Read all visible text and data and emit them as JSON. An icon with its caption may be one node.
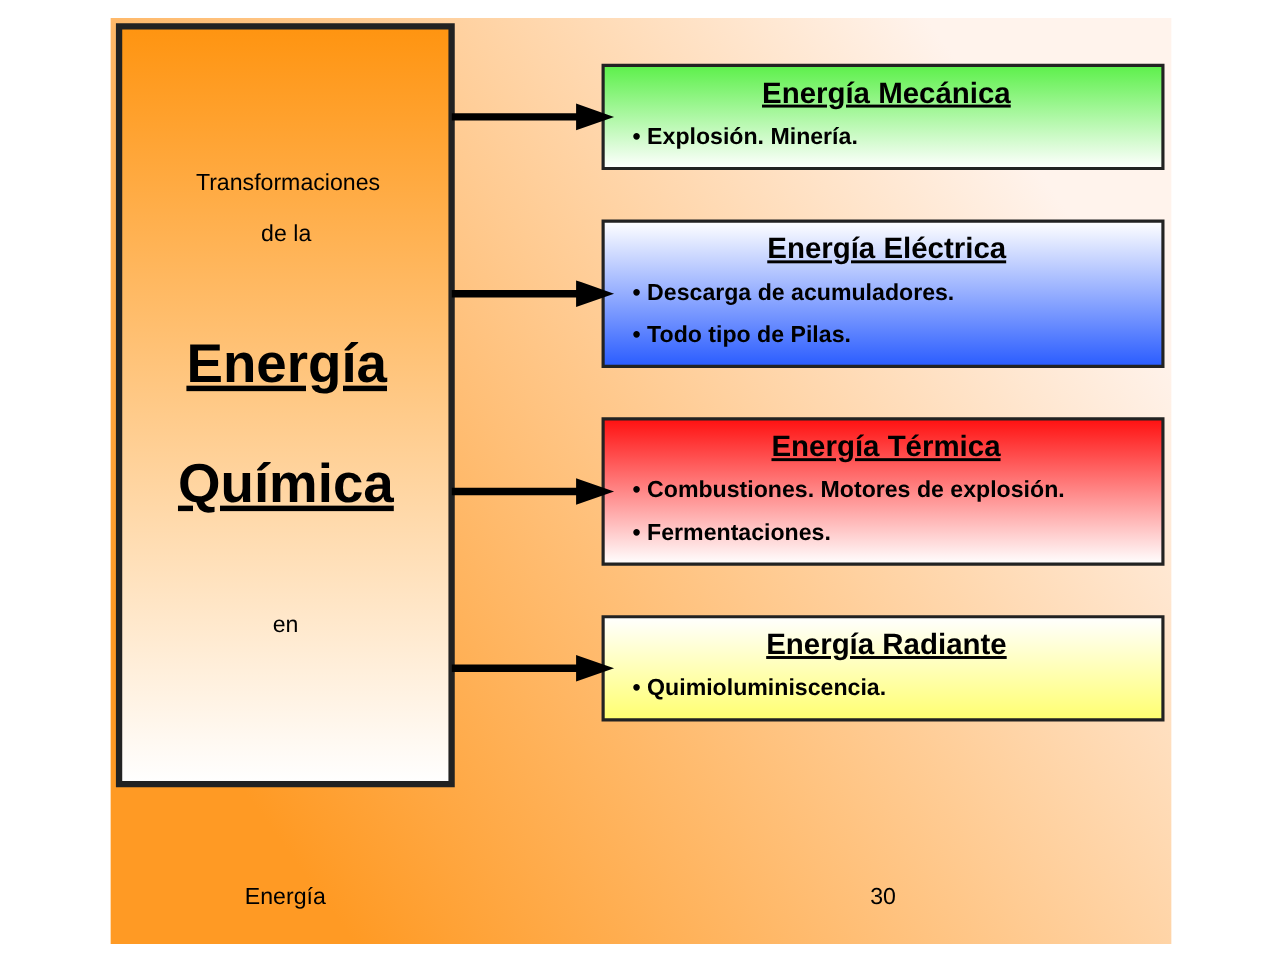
{
  "diagram": {
    "nodes": [
      {
        "text": [
          "Transformaciones de la",
          "Energía Química",
          "en"
        ]
      },
      {
        "text": [
          "Energía Mecánica",
          "• Explosión. Minería."
        ]
      },
      {
        "text": [
          "Energía Eléctrica",
          "• Descarga de acumuladores.",
          "• Todo tipo de Pilas."
        ]
      },
      {
        "text": [
          "Energía Térmica",
          "• Combustiones. Motores de explosión.",
          "• Fermentaciones."
        ]
      },
      {
        "text": [
          "Energía Radiante",
          "• Quimioluminiscencia."
        ]
      }
    ],
    "edges": [
      {
        "from": 0,
        "to": 1,
        "arrow": "to"
      },
      {
        "from": 0,
        "to": 2,
        "arrow": "to"
      },
      {
        "from": 0,
        "to": 3,
        "arrow": "to"
      },
      {
        "from": 0,
        "to": 4,
        "arrow": "to"
      }
    ],
    "labels": [
      "Energía",
      "30"
    ]
  }
}
